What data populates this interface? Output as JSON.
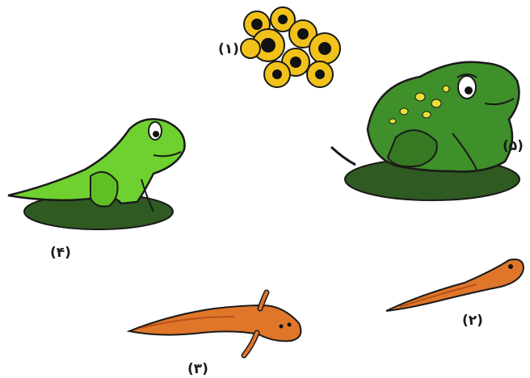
{
  "stages": [
    {
      "id": "eggs",
      "label": "(۱)"
    },
    {
      "id": "tadpole",
      "label": "(۲)"
    },
    {
      "id": "tadpole-with-legs",
      "label": "(۳)"
    },
    {
      "id": "froglet",
      "label": "(۴)"
    },
    {
      "id": "adult-frog",
      "label": "(۵)"
    }
  ],
  "colors": {
    "egg_jelly": "#f2c21b",
    "egg_core": "#111111",
    "tadpole": "#e0762a",
    "froglet": "#6fd12f",
    "adult_frog": "#3f8f2a",
    "adult_spots": "#e6e13a",
    "lily_pad": "#2f5a22",
    "outline": "#1a1a1a"
  }
}
